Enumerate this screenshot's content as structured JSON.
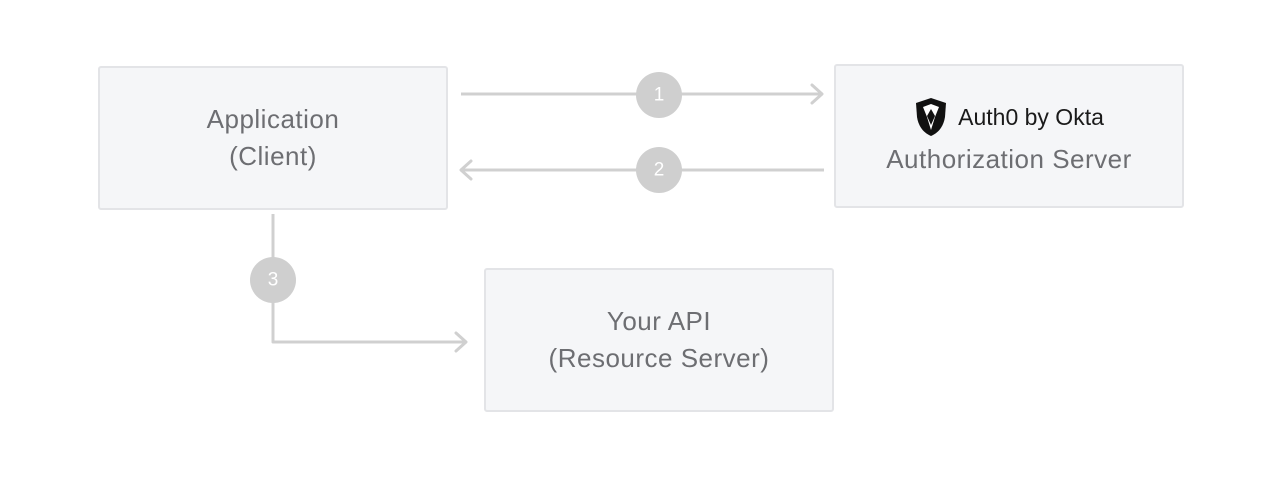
{
  "application": {
    "title": "Application",
    "subtitle": "(Client)"
  },
  "authorization_server": {
    "brand_text": "Auth0 by Okta",
    "brand_icon": "auth0-shield-icon",
    "title": "Authorization Server"
  },
  "resource_server": {
    "title": "Your API",
    "subtitle": "(Resource Server)"
  },
  "steps": [
    {
      "label": "1"
    },
    {
      "label": "2"
    },
    {
      "label": "3"
    }
  ],
  "colors": {
    "box_fill": "#f5f6f8",
    "box_border": "#e3e4e7",
    "text": "#6d6e72",
    "connector": "#d0d0d0",
    "badge": "#cfcfcf",
    "badge_text": "#ffffff",
    "brand_text": "#1a1a1a"
  }
}
